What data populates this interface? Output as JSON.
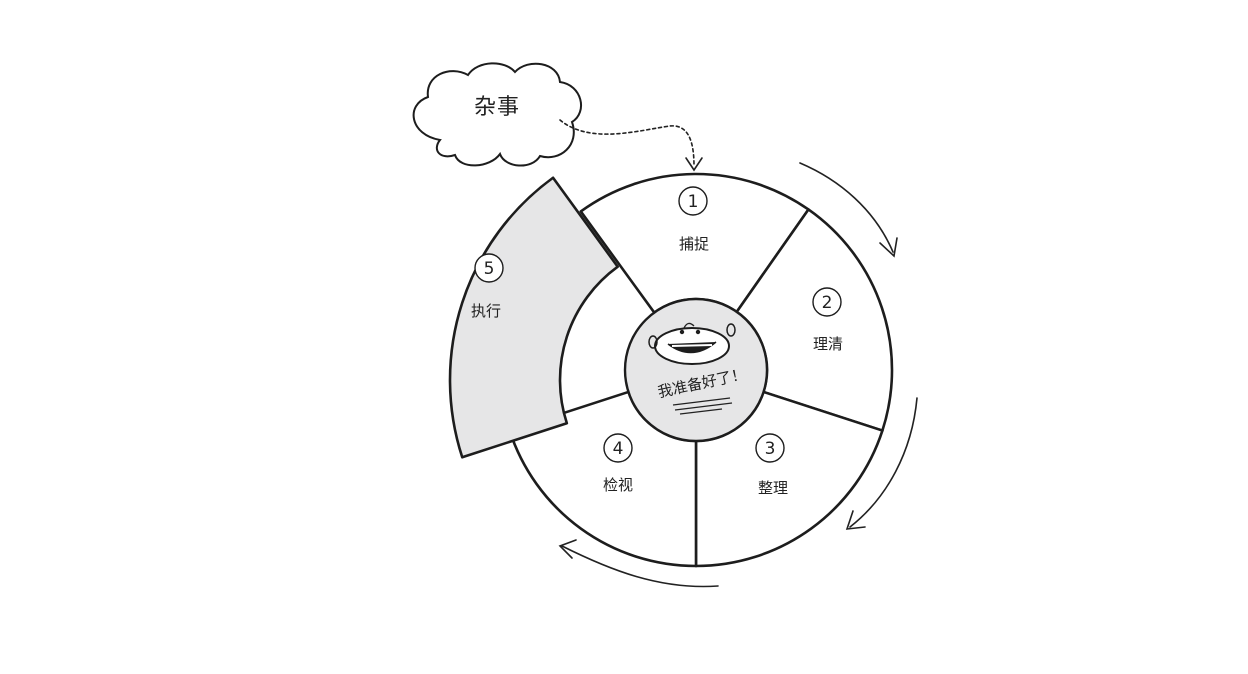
{
  "cloud": {
    "label": "杂事"
  },
  "center": {
    "label": "我准备好了！"
  },
  "steps": [
    {
      "number": "1",
      "label": "捕捉"
    },
    {
      "number": "2",
      "label": "理清"
    },
    {
      "number": "3",
      "label": "整理"
    },
    {
      "number": "4",
      "label": "检视"
    },
    {
      "number": "5",
      "label": "执行"
    }
  ],
  "colors": {
    "ink": "#1d1d1d",
    "highlight_fill": "#e6e6e7",
    "background": "#ffffff"
  },
  "icons": [
    "cloud-shape",
    "smiley-face",
    "dashed-arrow",
    "cycle-arrow"
  ]
}
